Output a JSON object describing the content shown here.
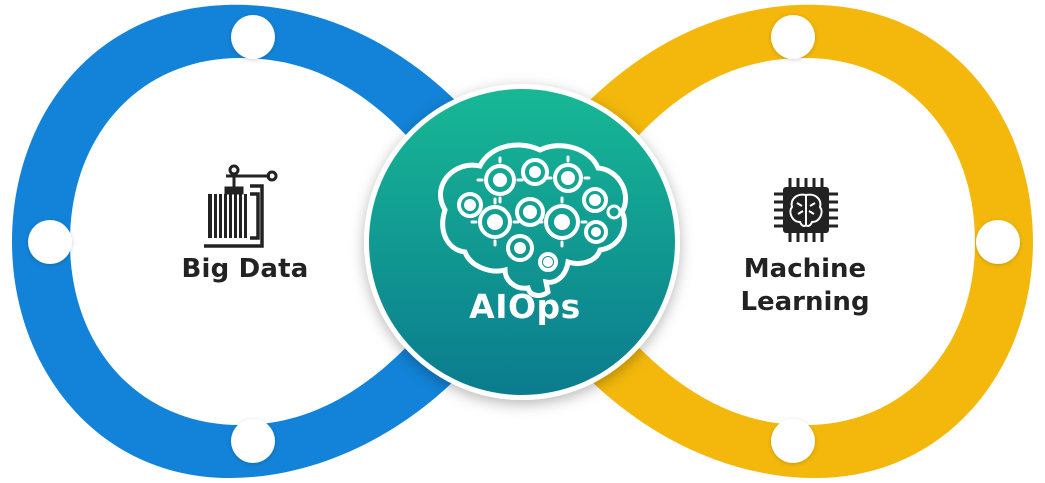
{
  "nodes": {
    "left": {
      "label": "Big Data",
      "icon": "clamp-press-icon",
      "ring_color": "#1283d8"
    },
    "center": {
      "label": "AIOps",
      "icon": "gear-brain-icon",
      "gradient_top": "#17b895",
      "gradient_bottom": "#0b7b8e"
    },
    "right": {
      "label_line1": "Machine",
      "label_line2": "Learning",
      "icon": "brain-chip-icon",
      "ring_color": "#f3b80b"
    }
  },
  "colors": {
    "text": "#222222",
    "center_text": "#ffffff",
    "background": "#ffffff"
  }
}
